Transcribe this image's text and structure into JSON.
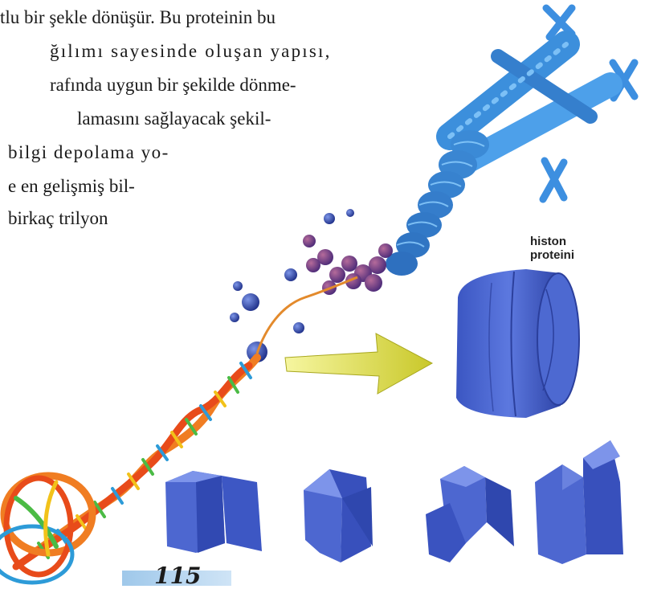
{
  "text_lines": [
    "tlu bir şekle dönüşür. Bu proteinin bu",
    "ğılımı sayesinde oluşan yapısı,",
    "rafında uygun bir şekilde dönme-",
    "lamasını sağlayacak şekil-",
    "bilgi depolama yo-",
    "e en gelişmiş bil-",
    "birkaç trilyon"
  ],
  "label": {
    "line1": "histon",
    "line2": "proteini"
  },
  "page_number": "115",
  "colors": {
    "histone_blue": "#3d5bc4",
    "arrow_yellow": "#e8e84a",
    "chromosome_blue": "#3a8fd8",
    "page_bar": "#b8d7f0"
  }
}
